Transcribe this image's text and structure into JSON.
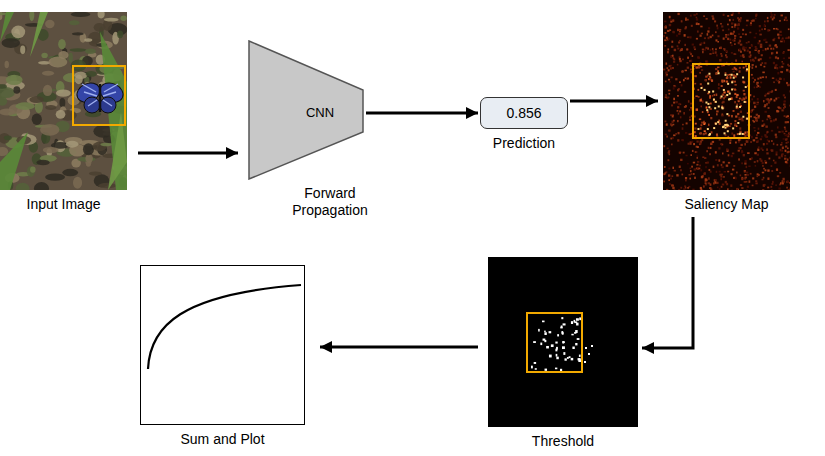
{
  "diagram": {
    "nodes": [
      {
        "text": [
          "Input Image"
        ]
      },
      {
        "text": [
          "CNN",
          "Forward Propagation"
        ]
      },
      {
        "text": [
          "0.856",
          "Prediction"
        ]
      },
      {
        "text": [
          "Saliency Map"
        ]
      },
      {
        "text": [
          "Threshold"
        ]
      },
      {
        "text": [
          "Sum and Plot"
        ]
      }
    ],
    "edges": [
      {
        "from": 0,
        "to": 1,
        "arrow": "to"
      },
      {
        "from": 1,
        "to": 2,
        "arrow": "to"
      },
      {
        "from": 2,
        "to": 3,
        "arrow": "to"
      },
      {
        "from": 3,
        "to": 4,
        "arrow": "to"
      },
      {
        "from": 4,
        "to": 5,
        "arrow": "to"
      }
    ]
  }
}
